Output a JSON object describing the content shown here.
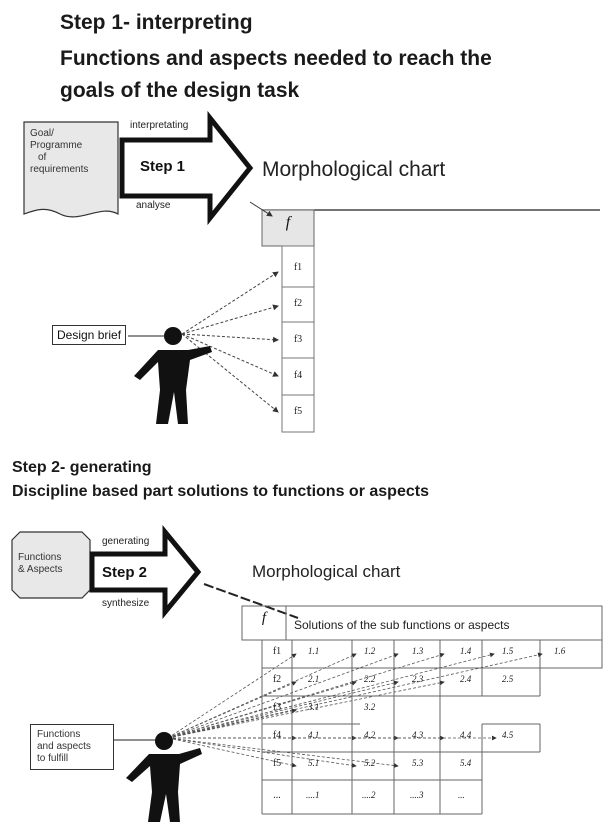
{
  "step1": {
    "title_line1": "Step 1- interpreting",
    "title_line2": "Functions and aspects needed to reach the",
    "title_line3": "goals of the design task",
    "doc_lines": [
      "Goal/",
      "Programme",
      "of",
      "requirements"
    ],
    "arrow_top": "interpretating",
    "arrow_label": "Step 1",
    "arrow_bottom": "analyse",
    "chart_title": "Morphological chart",
    "header_f": "f",
    "functions": [
      "f1",
      "f2",
      "f3",
      "f4",
      "f5"
    ],
    "design_brief": "Design brief"
  },
  "step2": {
    "title_line1": "Step 2- generating",
    "title_line2": "Discipline based part solutions to functions or aspects",
    "doc_lines": [
      "Functions",
      "& Aspects"
    ],
    "arrow_top": "generating",
    "arrow_label": "Step 2",
    "arrow_bottom": "synthesize",
    "chart_title": "Morphological chart",
    "header_f": "f",
    "header_solutions": "Solutions of the sub functions or aspects",
    "rows": [
      {
        "f": "f1",
        "cells": [
          "1.1",
          "1.2",
          "1.3",
          "1.4",
          "1.5",
          "1.6"
        ]
      },
      {
        "f": "f2",
        "cells": [
          "2.1",
          "2.2",
          "2.3",
          "2.4",
          "2.5"
        ]
      },
      {
        "f": "f3",
        "cells": [
          "3.1",
          "3.2"
        ]
      },
      {
        "f": "f4",
        "cells": [
          "4.1",
          "4.2",
          "4.3",
          "4.4",
          "4.5"
        ]
      },
      {
        "f": "f5",
        "cells": [
          "5.1",
          "5.2",
          "5.3",
          "5.4"
        ]
      },
      {
        "f": "...",
        "cells": [
          "....1",
          "....2",
          "....3",
          "..."
        ]
      }
    ],
    "fulfill_lines": [
      "Functions",
      "and aspects",
      "to fulfill"
    ]
  }
}
